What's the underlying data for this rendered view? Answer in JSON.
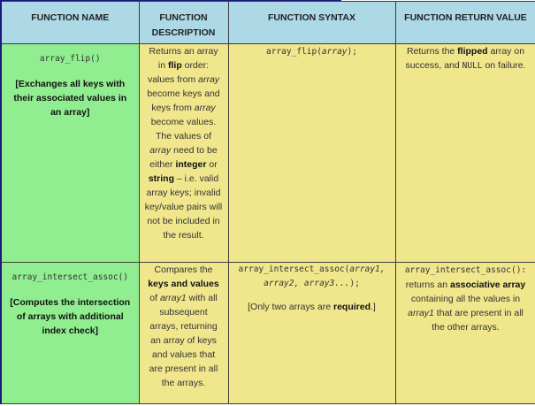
{
  "table": {
    "headers": [
      "FUNCTION NAME",
      "FUNCTION DESCRIPTION",
      "FUNCTION SYNTAX",
      "FUNCTION RETURN VALUE"
    ],
    "header_color": "#add8e6",
    "name_cell_color": "#90ee90",
    "body_cell_color": "#f0e68c",
    "rows": [
      {
        "name": "array_flip()",
        "summary": "[Exchanges all keys with their associated values in an array]",
        "description": {
          "t1": "Returns an array in ",
          "b1": "flip",
          "t2": " order: values from ",
          "i1": "array",
          "t3": " become keys and keys from ",
          "i2": "array",
          "t4": " become values. The values of ",
          "i3": "array",
          "t5": " need to be either ",
          "b2": "integer",
          "t6": " or ",
          "b3": "string",
          "t7": " – i.e. valid array keys; invalid key/value pairs will not be included in the result."
        },
        "syntax": {
          "fn": "array_flip(",
          "param": "array",
          "end": ");"
        },
        "return_value": {
          "t1": "Returns the ",
          "b1": "flipped",
          "t2": " array on success, and ",
          "code": "NULL",
          "t3": " on failure."
        }
      },
      {
        "name": "array_intersect_assoc()",
        "summary": "[Computes the intersection of arrays with additional index check]",
        "description": {
          "t1": "Compares the ",
          "b1": "keys and values",
          "t2": " of ",
          "i1": "array1",
          "t3": " with all subsequent arrays, returning an array of keys and values that are present in all the arrays."
        },
        "syntax": {
          "fn": "array_intersect_assoc(",
          "param": "array1, array2, array3...",
          "end": ");",
          "note_pre": "[Only two arrays are ",
          "note_bold": "required",
          "note_post": ".]"
        },
        "return_value": {
          "code": "array_intersect_assoc():",
          "t1": " returns an ",
          "b1": "associative array",
          "t2": " containing all the values in ",
          "i1": "array1",
          "t3": " that are present in all the other arrays."
        }
      }
    ]
  }
}
